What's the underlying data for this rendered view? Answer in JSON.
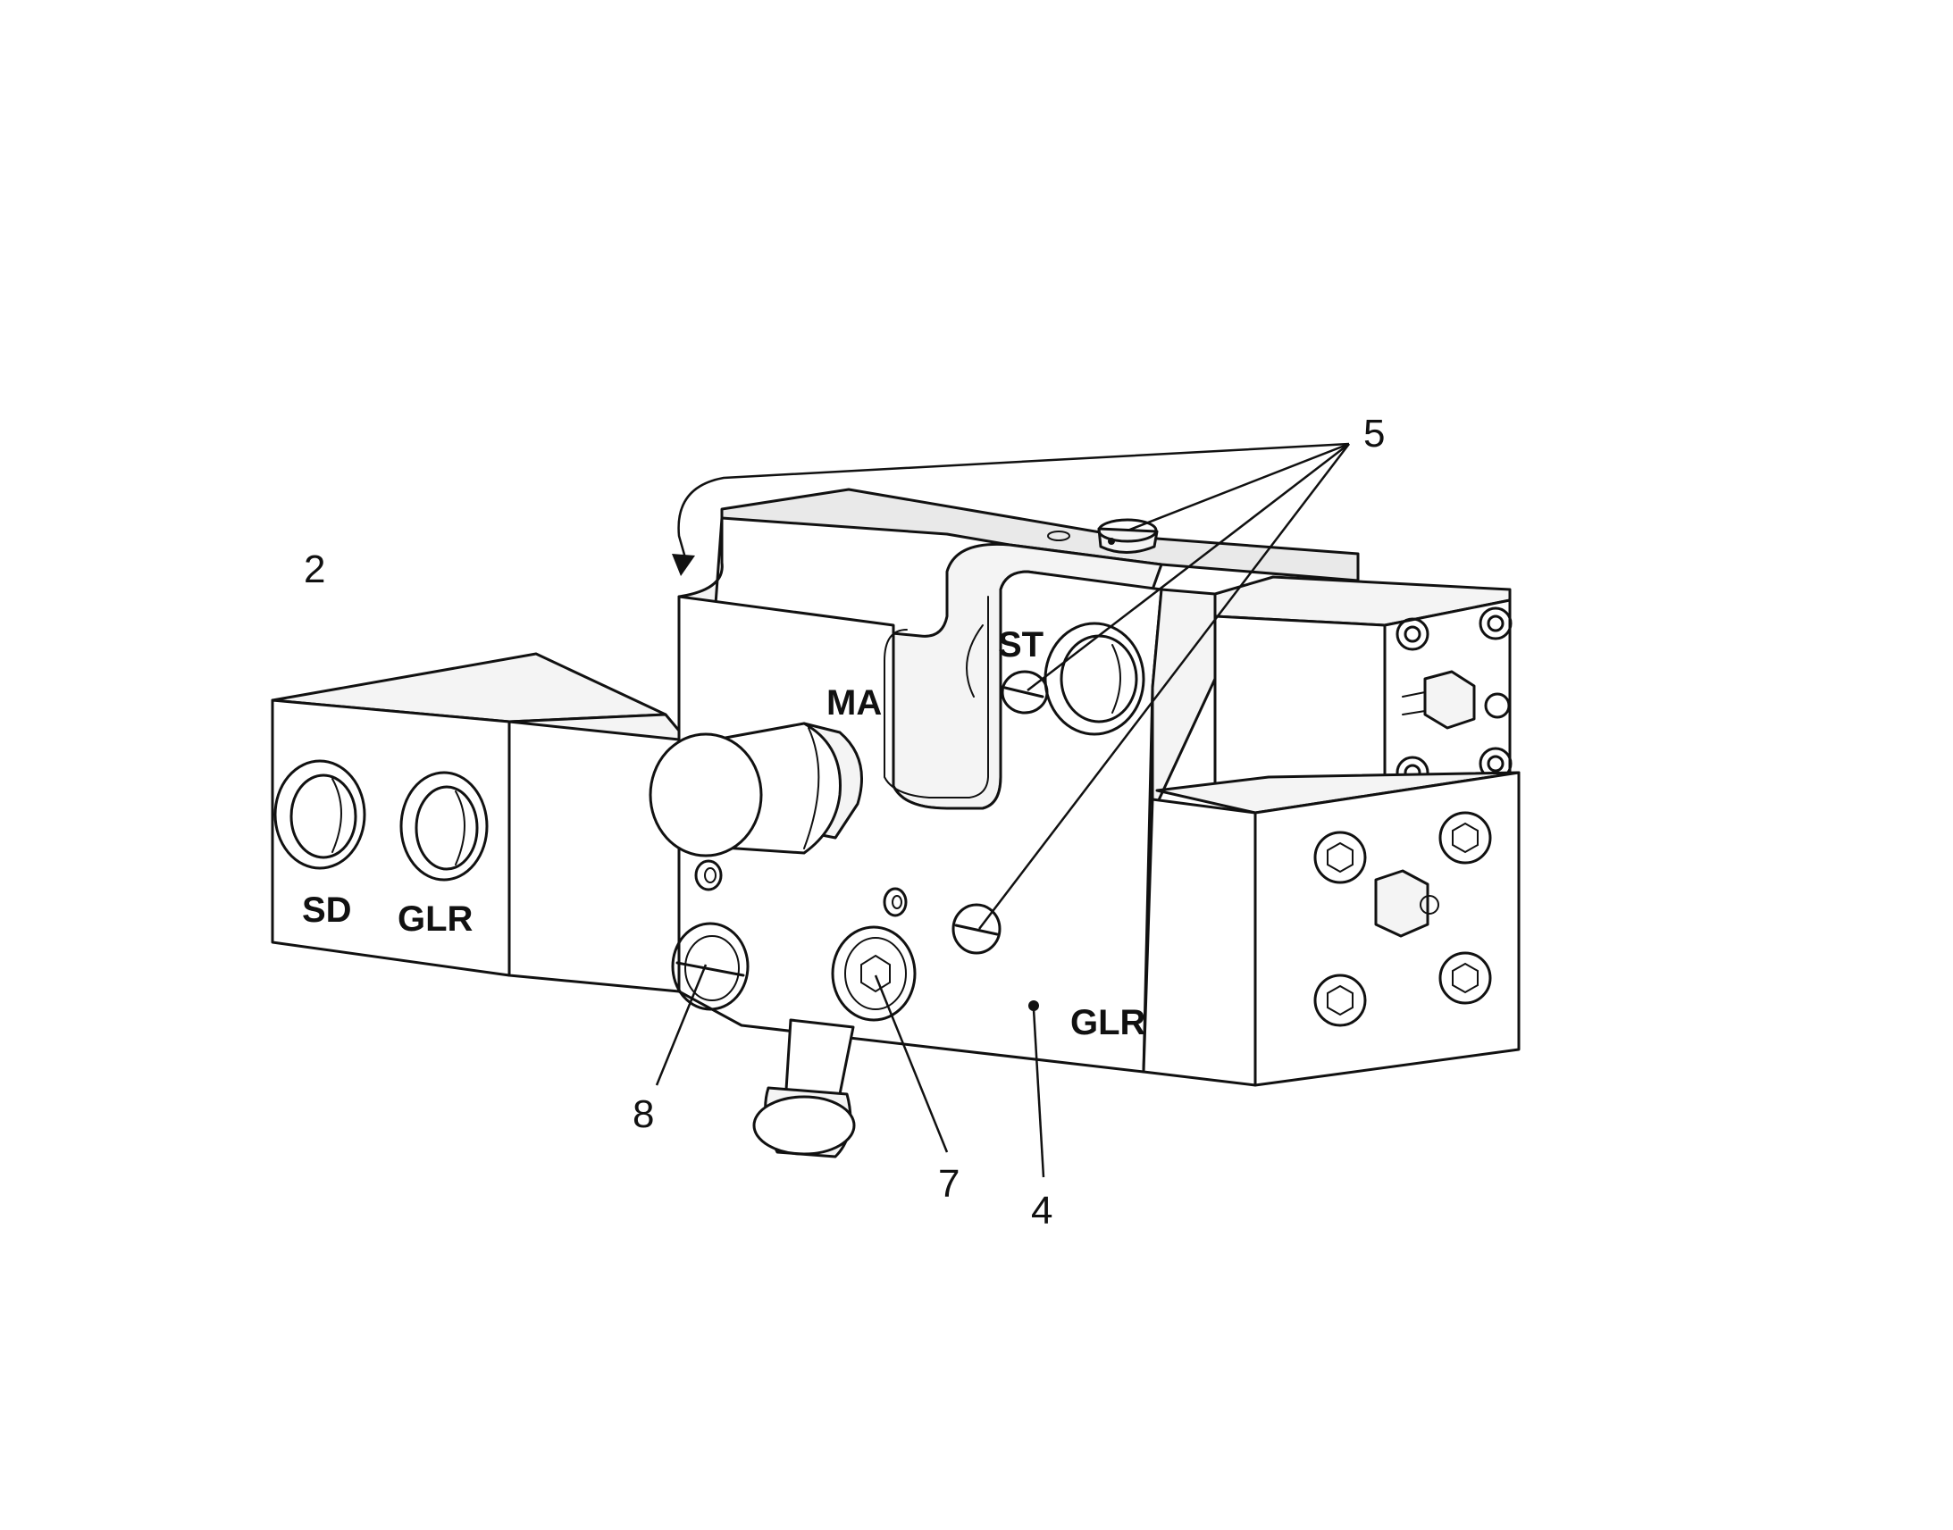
{
  "figure": {
    "view_number": "2",
    "callouts": [
      "5",
      "8",
      "7",
      "4"
    ],
    "port_labels": {
      "sd": "SD",
      "glr_left": "GLR",
      "ma": "MA",
      "st": "ST",
      "glr_front": "GLR"
    }
  },
  "icons": {
    "hex_socket": "hex-socket-screw-icon",
    "slotted_plug": "slotted-plug-icon",
    "curved_arrow": "curved-arrow-icon"
  }
}
